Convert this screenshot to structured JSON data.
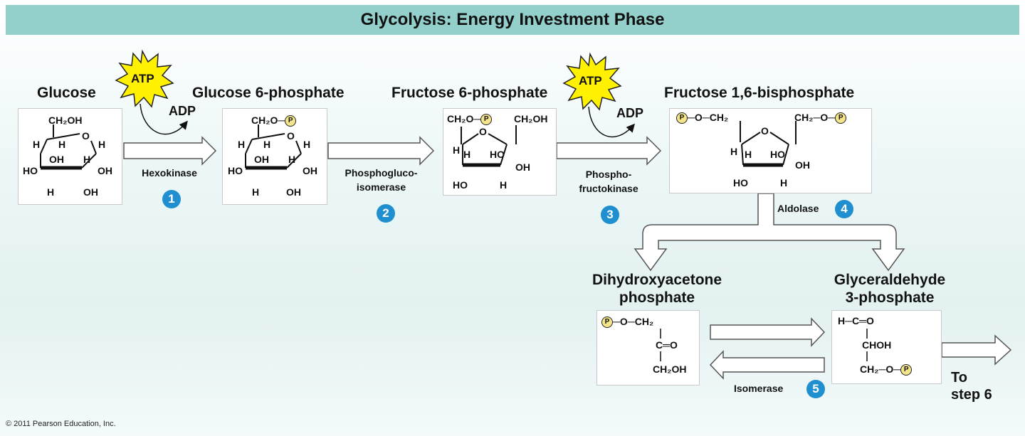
{
  "title": "Glycolysis: Energy Investment Phase",
  "molecules": {
    "glucose": "Glucose",
    "g6p": "Glucose 6-phosphate",
    "f6p": "Fructose 6-phosphate",
    "f16bp": "Fructose 1,6-bisphosphate",
    "dhap_line1": "Dihydroxyacetone",
    "dhap_line2": "phosphate",
    "g3p_line1": "Glyceraldehyde",
    "g3p_line2": "3-phosphate"
  },
  "cofactors": {
    "atp": "ATP",
    "adp": "ADP"
  },
  "enzymes": {
    "e1": "Hexokinase",
    "e2_line1": "Phosphogluco-",
    "e2_line2": "isomerase",
    "e3_line1": "Phospho-",
    "e3_line2": "fructokinase",
    "e4": "Aldolase",
    "e5": "Isomerase"
  },
  "steps": {
    "s1": "1",
    "s2": "2",
    "s3": "3",
    "s4": "4",
    "s5": "5"
  },
  "chem": {
    "ch2oh": "CH₂OH",
    "ch2o": "CH₂O",
    "ch2": "CH₂",
    "o": "O",
    "h": "H",
    "oh": "OH",
    "ho": "HO",
    "p": "P",
    "c_eq_o": "C═O",
    "h_c_eq_o": "H─C═O",
    "choh": "CHOH",
    "dash_o_dash": "─O─",
    "o_dash": "O─",
    "dash_o": "─O"
  },
  "next": {
    "line1": "To",
    "line2": "step 6"
  },
  "copyright": "© 2011 Pearson Education, Inc."
}
